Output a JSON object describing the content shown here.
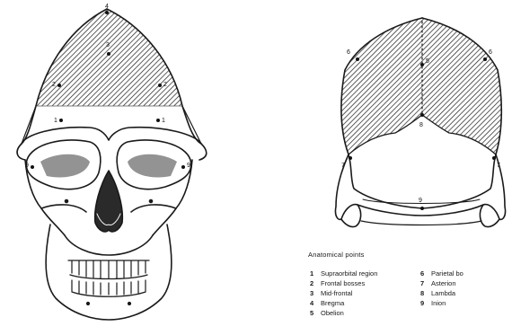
{
  "legend": {
    "title": "Anatomical points",
    "items": [
      {
        "number": "1",
        "label": "Supraorbital region"
      },
      {
        "number": "2",
        "label": "Frontal bosses"
      },
      {
        "number": "3",
        "label": "Mid-frontal"
      },
      {
        "number": "4",
        "label": "Bregma"
      },
      {
        "number": "5",
        "label": "Obelion"
      },
      {
        "number": "6",
        "label": "Parietal bo"
      },
      {
        "number": "7",
        "label": "Asterion"
      },
      {
        "number": "8",
        "label": "Lambda"
      },
      {
        "number": "9",
        "label": "Inion"
      }
    ]
  },
  "front_view_points": [
    {
      "id": "4"
    },
    {
      "id": "3"
    },
    {
      "id": "2"
    },
    {
      "id": "2"
    },
    {
      "id": "1"
    },
    {
      "id": "1"
    },
    {
      "id": "9"
    },
    {
      "id": "9"
    }
  ],
  "rear_view_points": [
    {
      "id": "6"
    },
    {
      "id": "6"
    },
    {
      "id": "5"
    },
    {
      "id": "8"
    },
    {
      "id": "7"
    },
    {
      "id": "7"
    },
    {
      "id": "9"
    }
  ],
  "colors": {
    "ink": "#1a1a1a",
    "paper": "#ffffff"
  }
}
